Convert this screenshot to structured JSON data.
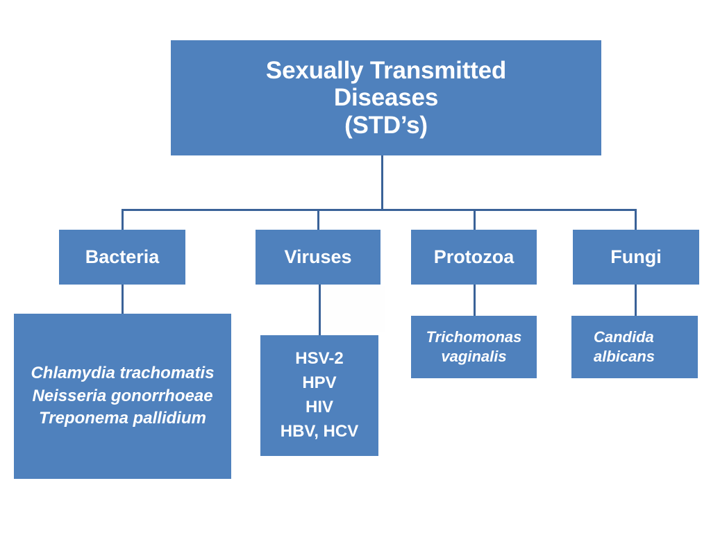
{
  "diagram": {
    "type": "hierarchy-tree",
    "background_color": "#ffffff",
    "box_fill_color": "#4f81bd",
    "connector_color": "#3a6298",
    "text_color": "#ffffff",
    "root": {
      "label_lines": [
        "Sexually Transmitted",
        "Diseases",
        "(STD’s)"
      ],
      "label": "Sexually Transmitted Diseases (STD’s)"
    },
    "categories": [
      {
        "id": "bacteria",
        "label": "Bacteria",
        "examples_lines": [
          "Chlamydia trachomatis",
          "Neisseria gonorrhoeae",
          "Treponema pallidium"
        ],
        "examples_style": "bold-italic"
      },
      {
        "id": "viruses",
        "label": "Viruses",
        "examples_lines": [
          "HSV-2",
          "HPV",
          "HIV",
          "HBV, HCV"
        ],
        "examples_style": "bold"
      },
      {
        "id": "protozoa",
        "label": "Protozoa",
        "examples_lines": [
          "Trichomonas",
          "vaginalis"
        ],
        "examples_style": "bold-italic"
      },
      {
        "id": "fungi",
        "label": "Fungi",
        "examples_lines": [
          "Candida",
          "albicans"
        ],
        "examples_style": "bold-italic"
      }
    ]
  }
}
